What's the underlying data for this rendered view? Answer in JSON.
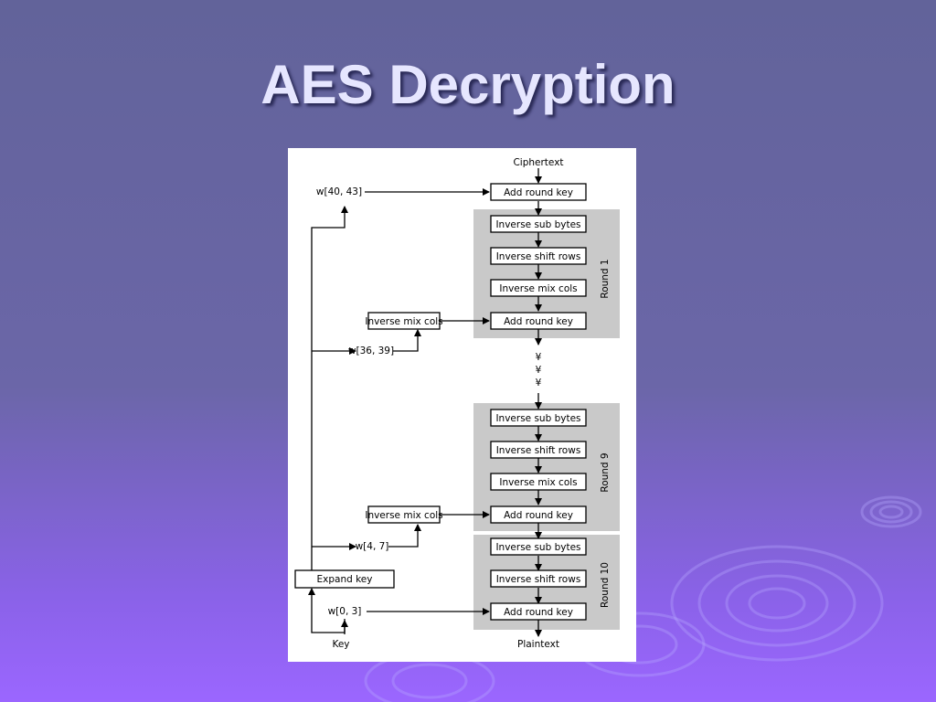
{
  "slide": {
    "title": "AES Decryption"
  },
  "diagram": {
    "input_label": "Ciphertext",
    "output_label": "Plaintext",
    "key_label": "Key",
    "expand_key": "Expand key",
    "keys": {
      "w40_43": "w[40, 43]",
      "w36_39": "w[36, 39]",
      "w4_7": "w[4, 7]",
      "w0_3": "w[0, 3]"
    },
    "ops": {
      "add_round_key": "Add round key",
      "inv_sub_bytes": "Inverse sub bytes",
      "inv_shift_rows": "Inverse shift rows",
      "inv_mix_cols": "Inverse mix cols"
    },
    "rounds": {
      "r1": "Round 1",
      "r9": "Round 9",
      "r10": "Round 10"
    },
    "ellipsis": "¥"
  },
  "colors": {
    "round_bg": "#c9c9c9",
    "title": "#e6e6ff"
  }
}
